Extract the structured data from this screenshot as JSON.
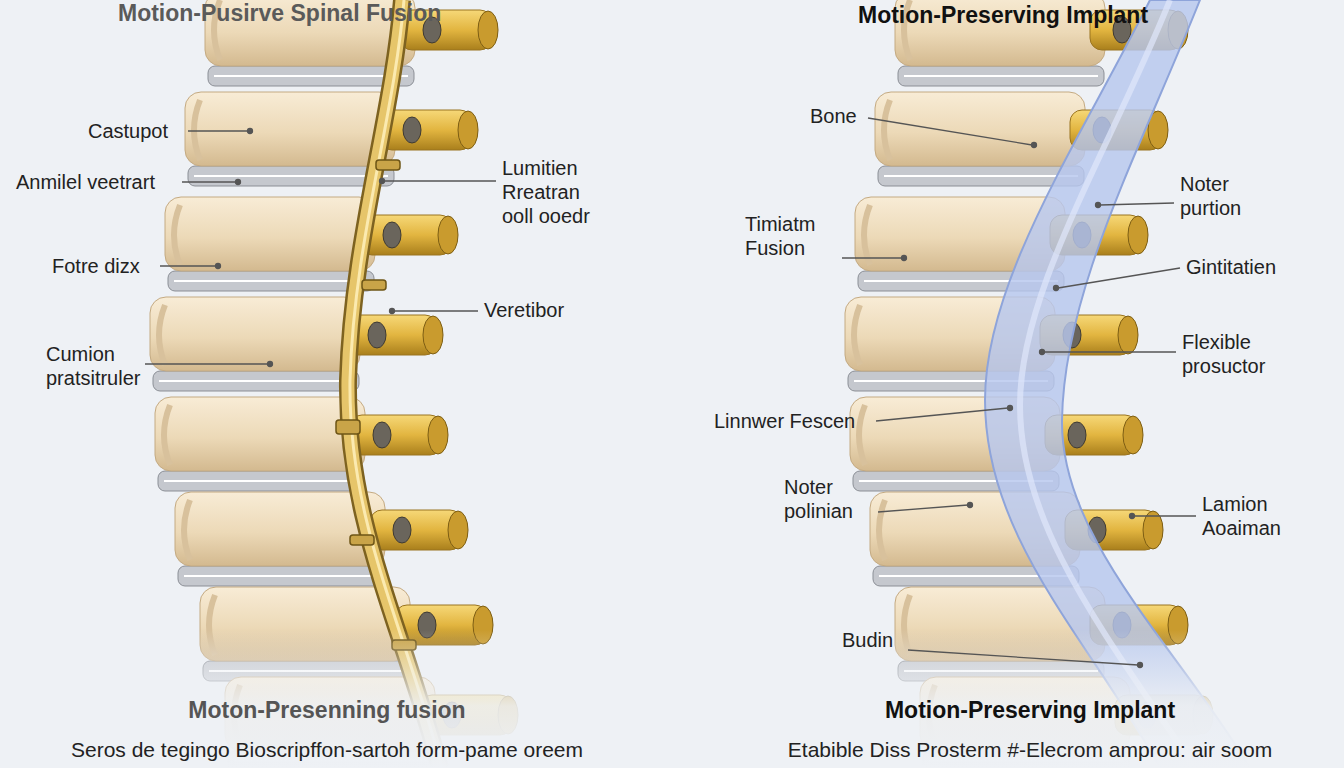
{
  "diagram": {
    "labels": [
      "Motion-Pusirve Spinal Fusion",
      "Motion-Preserving Implant",
      "Castupot",
      "Anmilel veetrart",
      "Fotre dizx",
      "Cumion pratsitruler",
      "Lumitien Rreatran ooll ooedr",
      "Veretibor",
      "Bone",
      "Noter purtion",
      "Timiatm Fusion",
      "Gintitatien",
      "Flexible prosuctor",
      "Linnwer Fescen",
      "Noter polinian",
      "Lamion Aoaiman",
      "Budin",
      "Moton-Presenning fusion",
      "Seros de tegingo Bioscripffon-sartoh form-pame oreem",
      "Motion-Preserving Implant",
      "Etabible Diss Prosterm #-Elecrom amprou: air soom"
    ]
  }
}
